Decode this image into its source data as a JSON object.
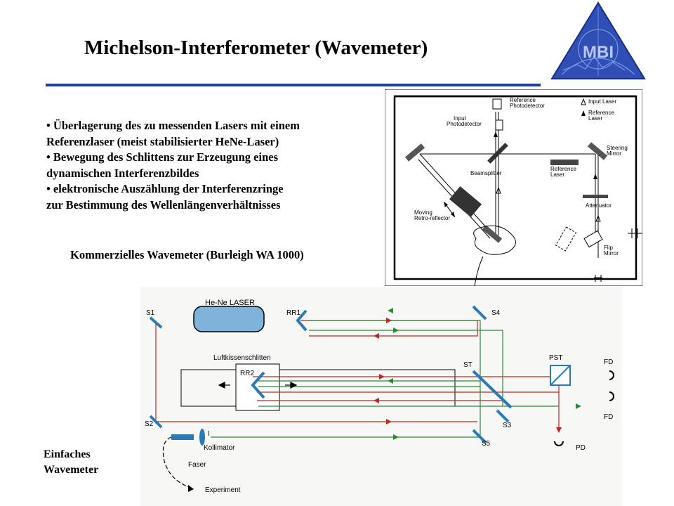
{
  "title": "Michelson-Interferometer (Wavemeter)",
  "logo_text": "MBI",
  "bullets": [
    {
      "line1": "• Überlagerung des zu messenden  Lasers mit einem",
      "line2": "Referenzlaser (meist stabilisierter HeNe-Laser)"
    },
    {
      "line1": "• Bewegung des Schlittens zur Erzeugung eines",
      "line2": "dynamischen Interferenzbildes"
    },
    {
      "line1": "• elektronische Auszählung der Interferenzringe",
      "line2": "zur Bestimmung des Wellenlängenverhältnisses"
    }
  ],
  "caption_commercial": "Kommerzielles  Wavemeter (Burleigh WA 1000)",
  "caption_simple_line1": "Einfaches",
  "caption_simple_line2": "Wavemeter",
  "figure1": {
    "ref_photodetector": [
      "Reference",
      "Photodetector"
    ],
    "input_photodetector": [
      "Input",
      "Photodetector"
    ],
    "legend_input": "Input Laser",
    "legend_reference": [
      "Reference",
      "Laser"
    ],
    "steering_mirror": [
      "Steering",
      "Mirror"
    ],
    "beamsplitter": "Beamsplitter",
    "reference_laser": [
      "Reference",
      "Laser"
    ],
    "attenuator": "Attenuator",
    "moving_retro": [
      "Moving",
      "Retro-reflector"
    ],
    "flip_mirror": [
      "Flip",
      "Mirror"
    ]
  },
  "figure2": {
    "hene_laser": "He-Ne LASER",
    "s1": "S1",
    "s2": "S2",
    "s3": "S3",
    "s4": "S4",
    "s5": "S5",
    "rr1": "RR1",
    "rr2": "RR2",
    "st": "ST",
    "pst": "PST",
    "luftkissen": "Luftkissenschlitten",
    "kollimator": "Kollimator",
    "faser": "Faser",
    "experiment": "Experiment",
    "fd": "FD",
    "pd": "PD",
    "lens_label": "I"
  },
  "colors": {
    "accent_blue": "#1e3fa8",
    "beam_red": "#c0281e",
    "beam_green": "#2a8a34",
    "hene_fill": "#7fb3d9"
  }
}
